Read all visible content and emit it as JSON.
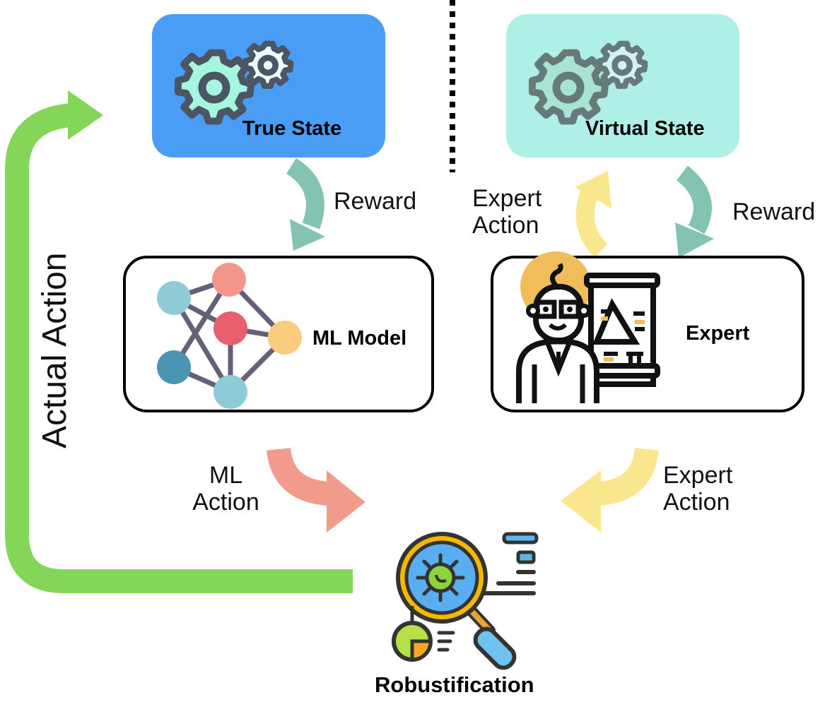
{
  "diagram": {
    "nodes": {
      "true_state": {
        "label": "True State",
        "icon": "gears-icon",
        "color": "#4a9df5"
      },
      "virtual_state": {
        "label": "Virtual State",
        "icon": "gears-icon",
        "color": "#aeefe6"
      },
      "ml_model": {
        "label": "ML Model",
        "icon": "neural-network-icon"
      },
      "expert": {
        "label": "Expert",
        "icon": "expert-presenter-icon"
      },
      "robustification": {
        "label": "Robustification",
        "icon": "magnifier-virus-icon"
      }
    },
    "edges": {
      "reward_left": {
        "label": "Reward",
        "from": "True State",
        "to": "ML Model",
        "color": "#82c3b1"
      },
      "expert_action_top": {
        "line1": "Expert",
        "line2": "Action",
        "from": "Expert",
        "to": "Virtual State",
        "color": "#fae68c"
      },
      "reward_right": {
        "label": "Reward",
        "from": "Virtual State",
        "to": "Expert",
        "color": "#82c3b1"
      },
      "ml_action": {
        "line1": "ML",
        "line2": "Action",
        "from": "ML Model",
        "to": "Robustification",
        "color": "#f29b8a"
      },
      "expert_action_bottom": {
        "line1": "Expert",
        "line2": "Action",
        "from": "Expert",
        "to": "Robustification",
        "color": "#fae68c"
      },
      "actual_action": {
        "label": "Actual Action",
        "from": "Robustification",
        "to": "True State",
        "color": "#83d657"
      }
    },
    "divider": {
      "style": "dotted",
      "color": "#000000"
    }
  }
}
